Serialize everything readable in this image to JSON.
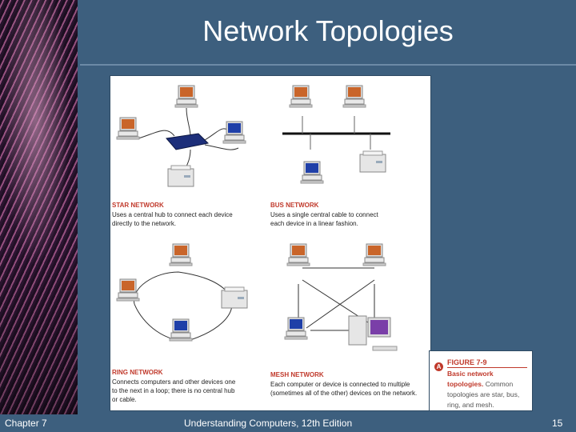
{
  "slide": {
    "title": "Network Topologies",
    "footer_left": "Chapter 7",
    "footer_center": "Understanding Computers, 12th Edition",
    "page_number": "15"
  },
  "figure": {
    "star": {
      "heading": "STAR NETWORK",
      "text": "Uses a central hub to connect each device directly to the network."
    },
    "bus": {
      "heading": "BUS NETWORK",
      "text": "Uses a single central cable to connect each device in a linear fashion."
    },
    "ring": {
      "heading": "RING NETWORK",
      "text": "Connects computers and other devices one to the next in a loop; there is no central hub or cable."
    },
    "mesh": {
      "heading": "MESH NETWORK",
      "text": "Each computer or device is connected to multiple (sometimes all of the other) devices on the network."
    }
  },
  "caption": {
    "number": "FIGURE 7-9",
    "bold": "Basic network topologies.",
    "text": "Common topologies are star, bus, ring, and mesh."
  },
  "colors": {
    "background": "#3d5f7e",
    "accent": "#c0392b"
  }
}
